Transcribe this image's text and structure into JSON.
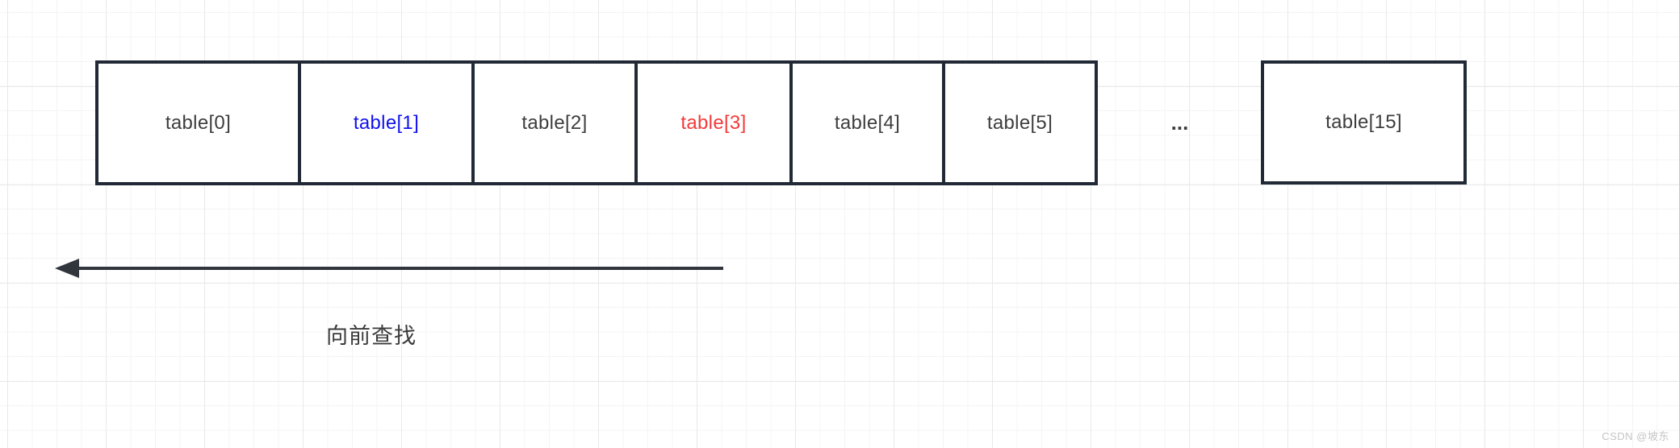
{
  "diagram": {
    "cells": [
      {
        "label": "table[0]",
        "color": "#3d3d3d"
      },
      {
        "label": "table[1]",
        "color": "#1111ee"
      },
      {
        "label": "table[2]",
        "color": "#3d3d3d"
      },
      {
        "label": "table[3]",
        "color": "#f23b3b"
      },
      {
        "label": "table[4]",
        "color": "#3d3d3d"
      },
      {
        "label": "table[5]",
        "color": "#3d3d3d"
      }
    ],
    "gap_ellipsis": "...",
    "tail_cell": {
      "label": "table[15]",
      "color": "#3d3d3d"
    },
    "arrow": {
      "label": "向前查找",
      "direction": "left",
      "color": "#31353c"
    },
    "colors": {
      "box_border": "#212936",
      "box_fill": "#ffffff",
      "background": "#ffffff",
      "grid_minor": "#f4f4f4",
      "grid_major": "#e9e9e9"
    }
  },
  "watermark": {
    "text": "CSDN @坡东",
    "color": "#c4c4c4"
  }
}
